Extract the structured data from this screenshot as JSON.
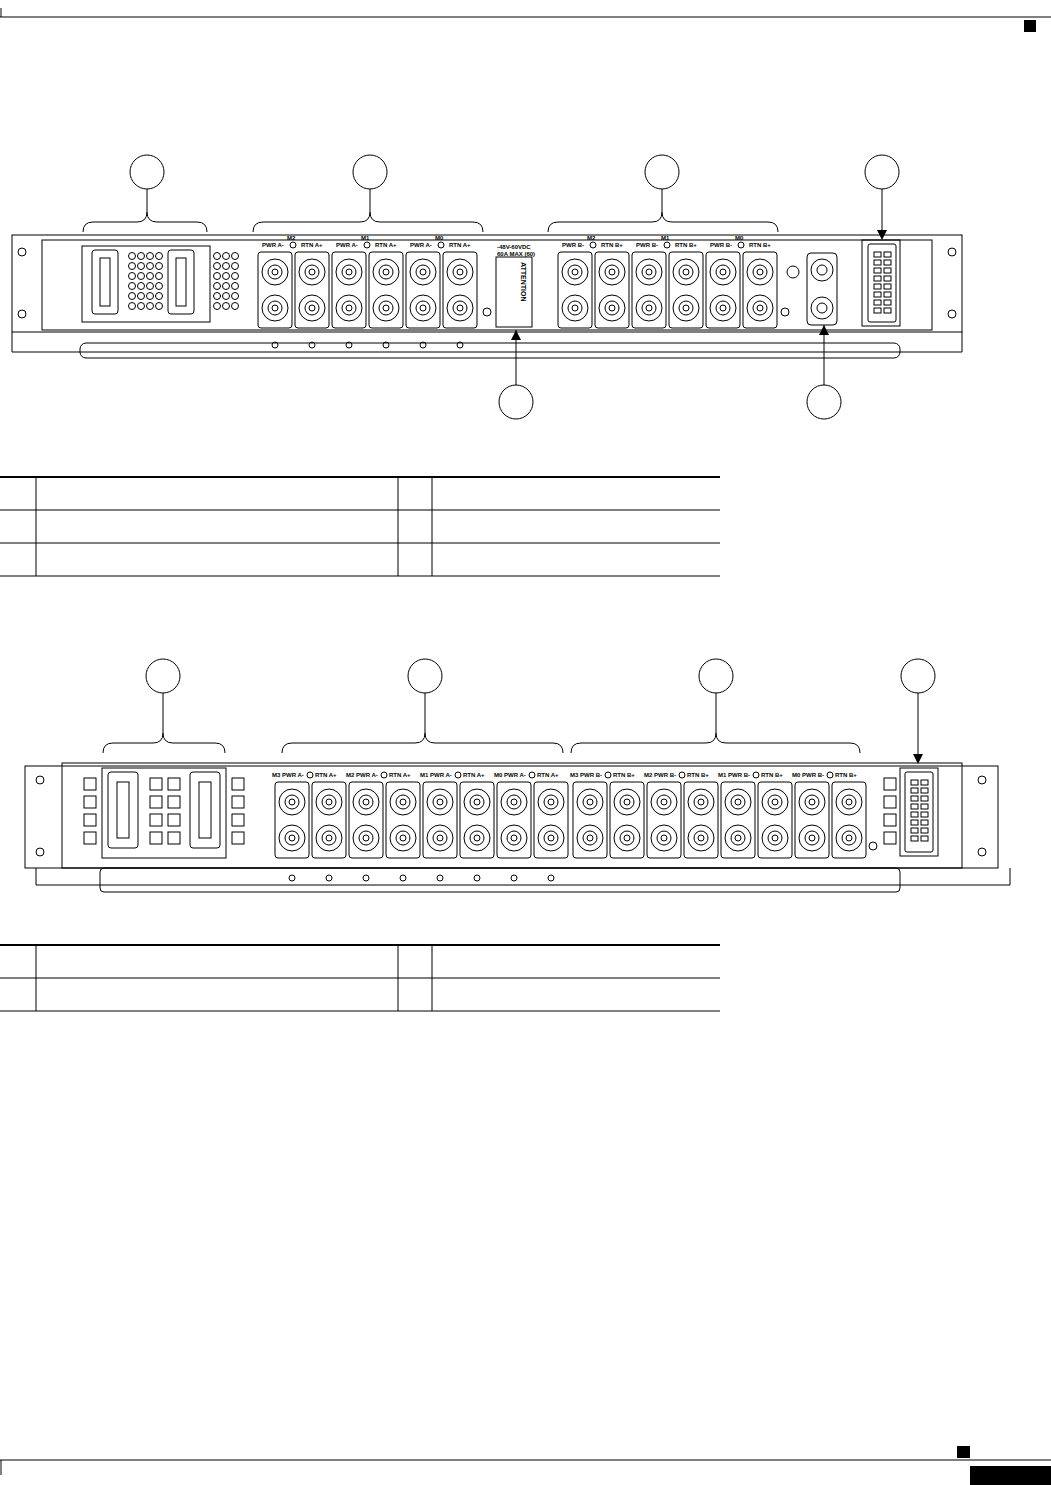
{
  "diagram": {
    "labels": [
      "M2",
      "PWR A-",
      "RTN A+",
      "M1",
      "PWR A-",
      "RTN A+",
      "M0",
      "PWR A-",
      "RTN A+",
      "-48V-60VDC",
      "60A MAX (60)",
      "ATTENTION",
      "M2",
      "PWR B-",
      "RTN B+",
      "M1",
      "PWR B-",
      "RTN B+",
      "M0",
      "PWR B-",
      "RTN B+",
      "M3 PWR A-",
      "RTN A+",
      "M2 PWR A-",
      "RTN A+",
      "M1 PWR A-",
      "RTN A+",
      "M0 PWR A-",
      "RTN A+",
      "M3 PWR B-",
      "RTN B+",
      "M2 PWR B-",
      "RTN B+",
      "M1 PWR B-",
      "RTN B+",
      "M0 PWR B-",
      "RTN B+"
    ]
  }
}
